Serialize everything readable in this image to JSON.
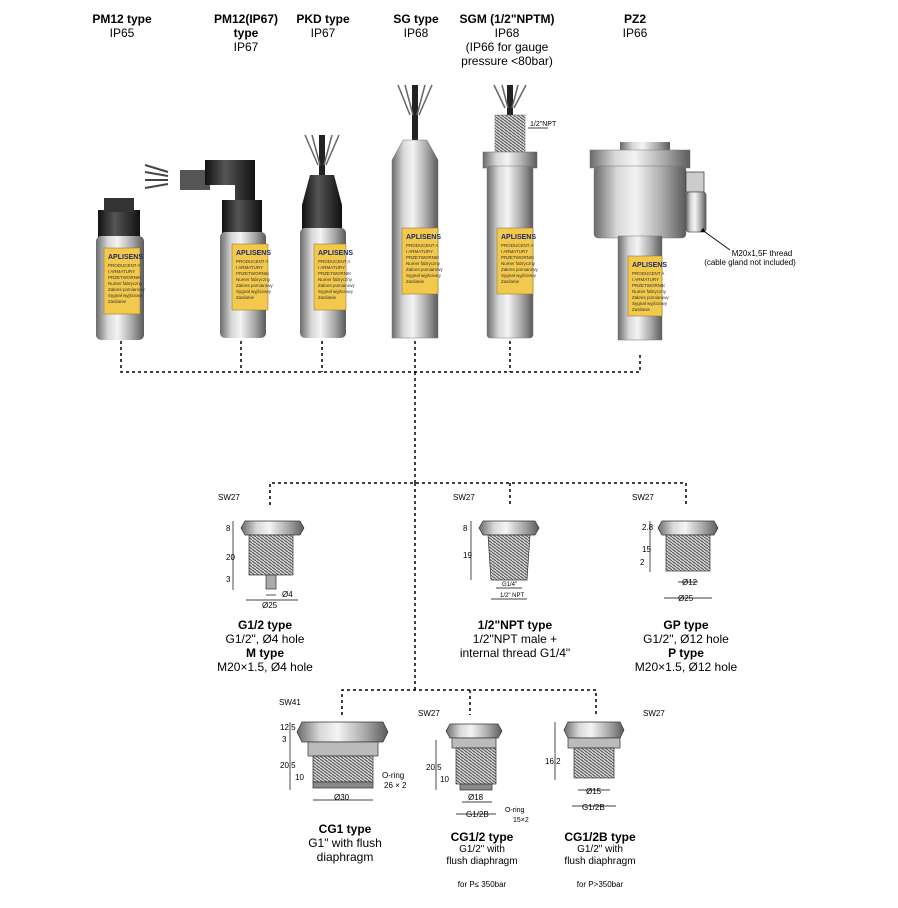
{
  "sensors": [
    {
      "name": "PM12 type",
      "rating": "IP65"
    },
    {
      "name": "PM12(IP67)",
      "name2": "type",
      "rating": "IP67"
    },
    {
      "name": "PKD type",
      "rating": "IP67"
    },
    {
      "name": "SG type",
      "rating": "IP68"
    },
    {
      "name": "SGM (1/2\"NPTM)",
      "rating": "IP68",
      "note1": "(IP66 for gauge",
      "note2": "pressure <80bar)"
    },
    {
      "name": "PZ2",
      "rating": "IP66"
    }
  ],
  "sensor_notes": {
    "npt_callout": "1/2\"NPT",
    "pz2_thread": "M20x1,5F thread",
    "pz2_gland": "(cable gland not included)",
    "brand": "APLISENS"
  },
  "label_text": {
    "line1": "PRODUCENT A",
    "line2": "I ARMATURY",
    "line3": "PRZETWORNIK",
    "line4": "Numer fabryczny",
    "line5": "Zakres pomiarowy",
    "line6": "Sygnał wyjściowy",
    "line7": "Zasilanie"
  },
  "connections": [
    {
      "name": "G1/2 type",
      "desc1": "G1/2\", Ø4 hole",
      "name2": "M type",
      "desc2": "M20×1.5, Ø4 hole",
      "sw": "SW27",
      "dims": [
        "8",
        "20",
        "3",
        "Ø4",
        "Ø25"
      ]
    },
    {
      "name": "1/2\"NPT type",
      "desc1": "1/2\"NPT male +",
      "desc2": "internal thread G1/4\"",
      "sw": "SW27",
      "dims": [
        "8",
        "19",
        "G1/4\"",
        "1/2\" NPT"
      ]
    },
    {
      "name": "GP type",
      "desc1": "G1/2\", Ø12 hole",
      "name2": "P type",
      "desc2": "M20×1.5, Ø12 hole",
      "sw": "SW27",
      "dims": [
        "2.8",
        "15",
        "2",
        "Ø12",
        "Ø25"
      ]
    },
    {
      "name": "CG1 type",
      "desc1": "G1\" with flush",
      "desc2": "diaphragm",
      "sw": "SW41",
      "dims": [
        "12.5",
        "3",
        "20.5",
        "10",
        "O-ring",
        "26 × 2",
        "Ø30"
      ]
    },
    {
      "name": "CG1/2 type",
      "desc1": "G1/2\" with",
      "desc2": "flush diaphragm",
      "foot": "for P≤ 350bar",
      "sw": "SW27",
      "dims": [
        "20.5",
        "10",
        "Ø18",
        "G1/2B",
        "O-ring",
        "15×2"
      ]
    },
    {
      "name": "CG1/2B type",
      "desc1": "G1/2\" with",
      "desc2": "flush diaphragm",
      "foot": "for P>350bar",
      "sw": "SW27",
      "dims": [
        "16.2",
        "Ø15",
        "G1/2B"
      ]
    }
  ],
  "colors": {
    "label_yellow": "#f2c94c",
    "metal": "#b8b8b8",
    "dark": "#1e1e1e"
  }
}
